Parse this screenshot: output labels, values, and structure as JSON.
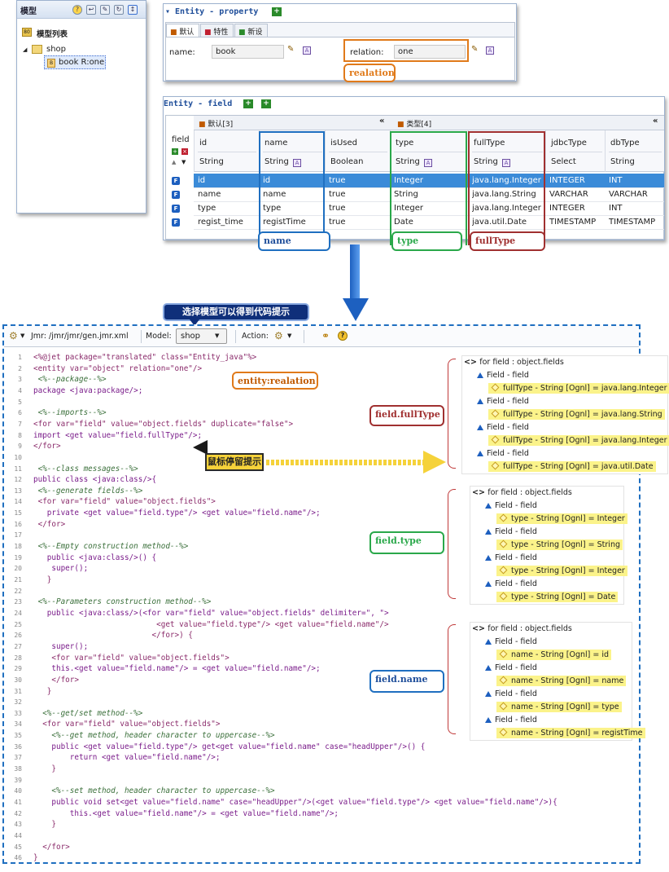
{
  "tree": {
    "title": "模型",
    "root": "模型列表",
    "shop": "shop",
    "node": "book R:one"
  },
  "prop": {
    "title": "▾ Entity - property",
    "tabs": [
      "默认",
      "特性",
      "新设"
    ],
    "name_label": "name:",
    "name_value": "book",
    "relation_label": "relation:",
    "relation_value": "one",
    "callout": "realation"
  },
  "fields": {
    "title": "Entity - field",
    "group1": "默认[3]",
    "group2": "类型[4]",
    "field_col": "field",
    "headers": [
      {
        "name": "id",
        "type": "String"
      },
      {
        "name": "name",
        "type": "String"
      },
      {
        "name": "isUsed",
        "type": "Boolean"
      },
      {
        "name": "type",
        "type": "String"
      },
      {
        "name": "fullType",
        "type": "String"
      },
      {
        "name": "jdbcType",
        "type": "Select"
      },
      {
        "name": "dbType",
        "type": "String"
      }
    ],
    "rows": [
      [
        "id",
        "id",
        "true",
        "Integer",
        "java.lang.Integer",
        "INTEGER",
        "INT"
      ],
      [
        "name",
        "name",
        "true",
        "String",
        "java.lang.String",
        "VARCHAR",
        "VARCHAR"
      ],
      [
        "type",
        "type",
        "true",
        "Integer",
        "java.lang.Integer",
        "INTEGER",
        "INT"
      ],
      [
        "regist_time",
        "registTime",
        "true",
        "Date",
        "java.util.Date",
        "TIMESTAMP",
        "TIMESTAMP"
      ]
    ],
    "callouts": [
      "name",
      "type",
      "fullType"
    ]
  },
  "banner": "选择模型可以得到代码提示",
  "editor": {
    "jmr": "Jmr: /jmr/jmr/gen.jmr.xml",
    "model_label": "Model:",
    "model_value": "shop",
    "action_label": "Action:",
    "lines": [
      "<%@jet package=\"translated\" class=\"Entity_java\"%>",
      "<entity var=\"object\" relation=\"one\"/>",
      " <%--package--%>",
      "package <java:package/>;",
      "",
      " <%--imports--%>",
      "<for var=\"field\" value=\"object.fields\" duplicate=\"false\">",
      "import <get value=\"field.fullType\"/>;",
      "</for>",
      "",
      " <%--class messages--%>",
      "public class <java:class/>{",
      " <%--generate fields--%>",
      " <for var=\"field\" value=\"object.fields\">",
      "   private <get value=\"field.type\"/> <get value=\"field.name\"/>;",
      " </for>",
      "",
      " <%--Empty construction method--%>",
      "   public <java:class/>() {",
      "    super();",
      "   }",
      "",
      " <%--Parameters construction method--%>",
      "   public <java:class/>(<for var=\"field\" value=\"object.fields\" delimiter=\", \">",
      "                           <get value=\"field.type\"/> <get value=\"field.name\"/>",
      "                          </for>) {",
      "    super();",
      "    <for var=\"field\" value=\"object.fields\">",
      "    this.<get value=\"field.name\"/> = <get value=\"field.name\"/>;",
      "    </for>",
      "   }",
      "",
      "  <%--get/set method--%>",
      "  <for var=\"field\" value=\"object.fields\">",
      "    <%--get method, header character to uppercase--%>",
      "    public <get value=\"field.type\"/> get<get value=\"field.name\" case=\"headUpper\"/>() {",
      "        return <get value=\"field.name\"/>;",
      "    }",
      "",
      "    <%--set method, header character to uppercase--%>",
      "    public void set<get value=\"field.name\" case=\"headUpper\"/>(<get value=\"field.type\"/> <get value=\"field.name\"/>){",
      "        this.<get value=\"field.name\"/> = <get value=\"field.name\"/>;",
      "    }",
      "",
      "  </for>",
      "}"
    ],
    "callout_entity": "entity:realation",
    "callout_hover": "鼠标停留提示",
    "callout_fulltype": "field.fullType",
    "callout_type": "field.type",
    "callout_name": "field.name"
  },
  "popups": [
    {
      "title": "for field : object.fields",
      "items": [
        "fullType - String [Ognl] = java.lang.Integer",
        "fullType - String [Ognl] = java.lang.String",
        "fullType - String [Ognl] = java.lang.Integer",
        "fullType - String [Ognl] = java.util.Date"
      ]
    },
    {
      "title": "for field : object.fields",
      "items": [
        "type - String [Ognl] = Integer",
        "type - String [Ognl] = String",
        "type - String [Ognl] = Integer",
        "type - String [Ognl] = Date"
      ]
    },
    {
      "title": "for field : object.fields",
      "items": [
        "name - String [Ognl] = id",
        "name - String [Ognl] = name",
        "name - String [Ognl] = type",
        "name - String [Ognl] = registTime"
      ]
    }
  ],
  "popup_field_label": "Field - field",
  "colors": {
    "orange": "#e07a1a",
    "blue": "#1f6fc0",
    "green": "#2aa84a",
    "red": "#a03030",
    "selection": "#3b8bd8"
  }
}
